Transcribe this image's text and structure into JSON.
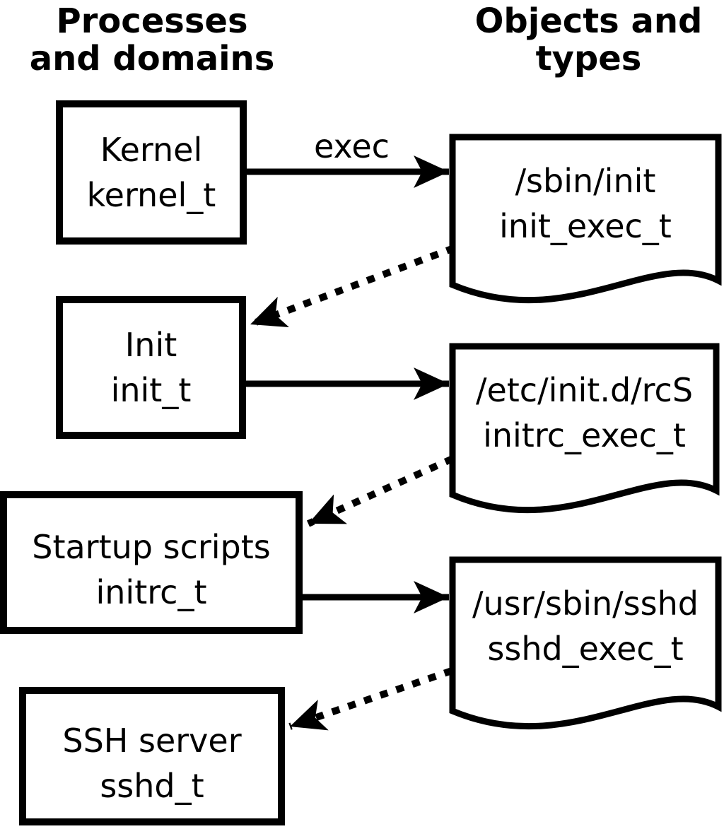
{
  "colors": {
    "ink": "#000000",
    "background": "#ffffff"
  },
  "headers": {
    "left": {
      "line1": "Processes",
      "line2": "and domains"
    },
    "right": {
      "line1": "Objects and",
      "line2": "types"
    }
  },
  "process_nodes": [
    {
      "name": "Kernel",
      "domain": "kernel_t"
    },
    {
      "name": "Init",
      "domain": "init_t"
    },
    {
      "name": "Startup scripts",
      "domain": "initrc_t"
    },
    {
      "name": "SSH server",
      "domain": "sshd_t"
    }
  ],
  "object_nodes": [
    {
      "path": "/sbin/init",
      "type": "init_exec_t"
    },
    {
      "path": "/etc/init.d/rcS",
      "type": "initrc_exec_t"
    },
    {
      "path": "/usr/sbin/sshd",
      "type": "sshd_exec_t"
    }
  ],
  "edges": {
    "solid": [
      {
        "from": "kernel_t",
        "to": "init_exec_t",
        "label": "exec"
      },
      {
        "from": "init_t",
        "to": "initrc_exec_t",
        "label": ""
      },
      {
        "from": "initrc_t",
        "to": "sshd_exec_t",
        "label": ""
      }
    ],
    "dotted": [
      {
        "from": "init_exec_t",
        "to": "init_t"
      },
      {
        "from": "initrc_exec_t",
        "to": "initrc_t"
      },
      {
        "from": "sshd_exec_t",
        "to": "sshd_t"
      }
    ]
  }
}
